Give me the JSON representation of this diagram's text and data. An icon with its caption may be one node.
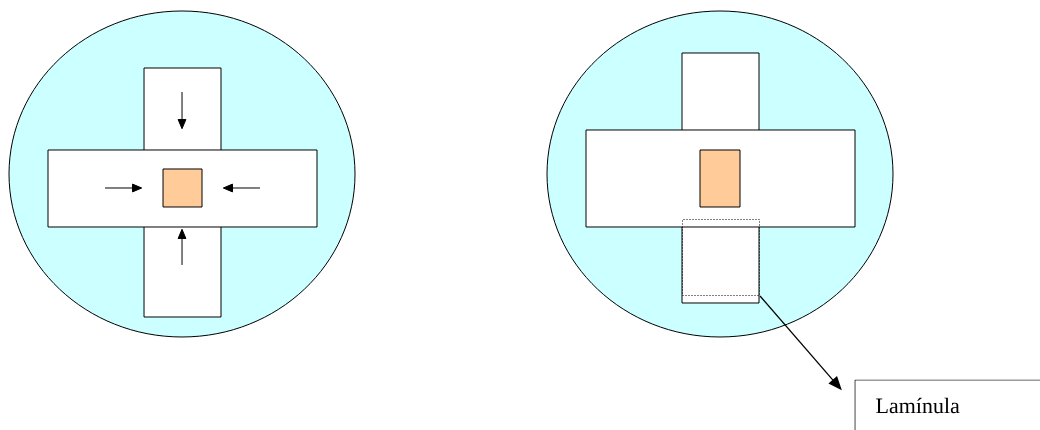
{
  "diagram": {
    "nodes": [
      {
        "text": [
          "Lamínula"
        ]
      },
      {
        "text": [],
        "shape": "box"
      }
    ],
    "edges": [
      {
        "from": 1,
        "to": 0,
        "arrow": "to"
      }
    ]
  }
}
